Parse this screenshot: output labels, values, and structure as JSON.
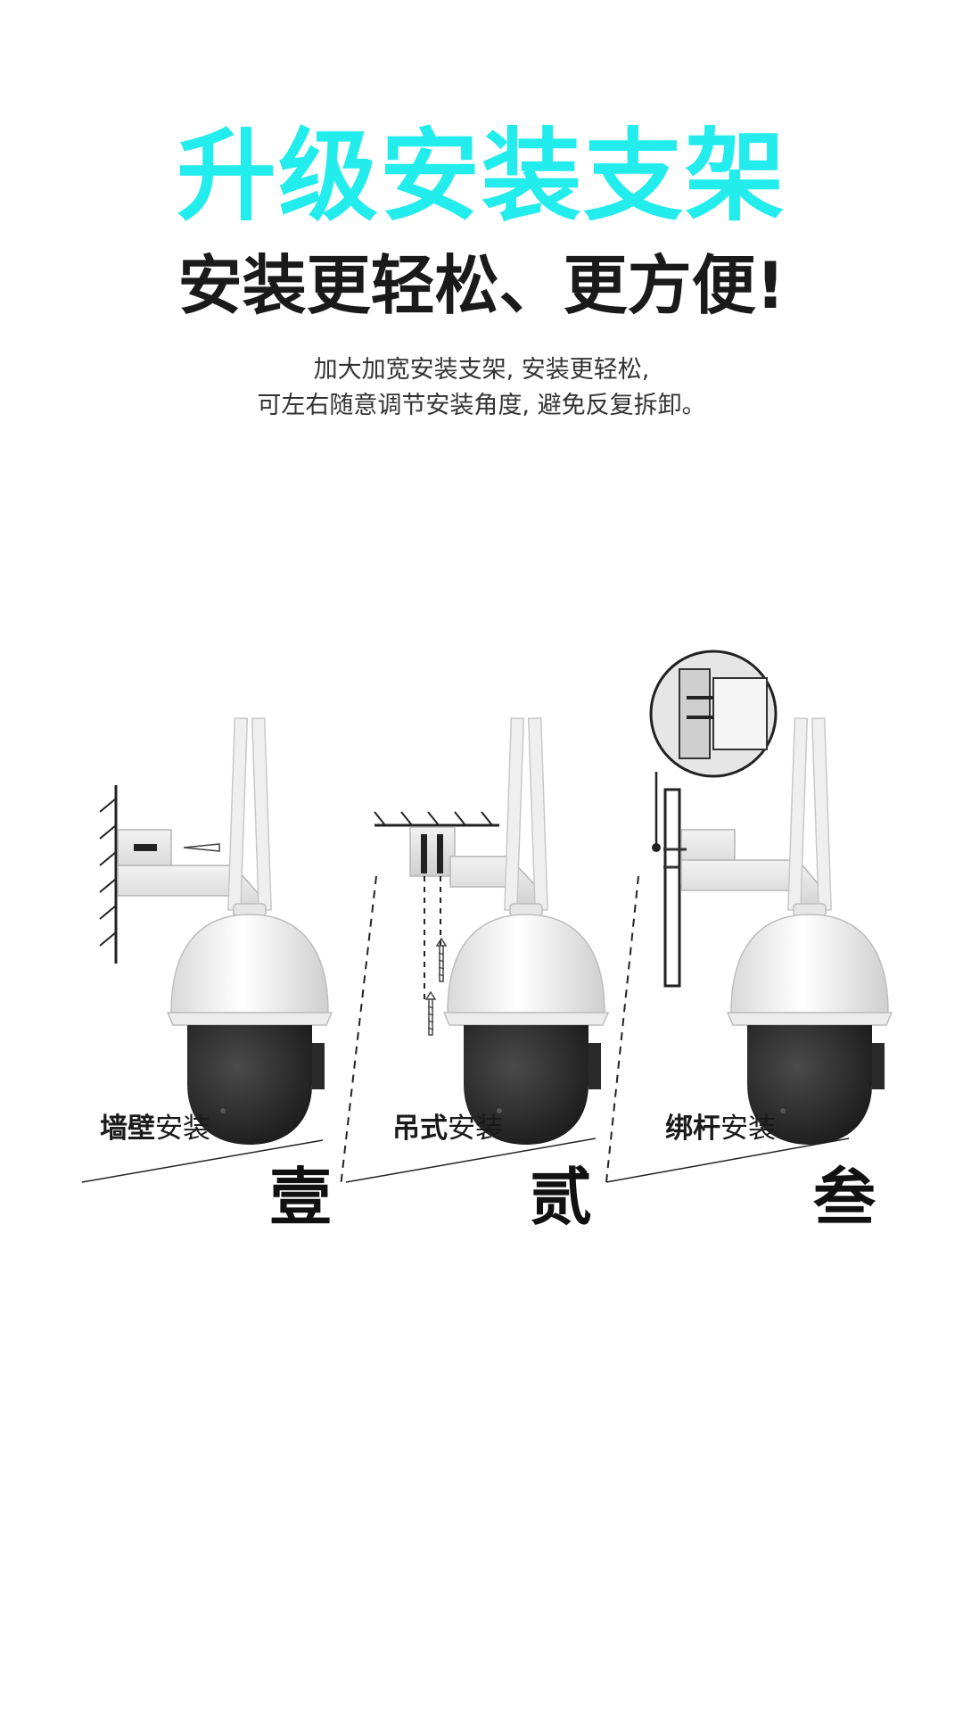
{
  "headline": "升级安装支架",
  "subheadline": "安装更轻松、更方便!",
  "description": {
    "line1": "加大加宽安装支架, 安装更轻松,",
    "line2": "可左右随意调节安装角度, 避免反复拆卸。"
  },
  "install_methods": [
    {
      "label_bold": "墙壁",
      "label_normal": "安装",
      "numeral": "壹"
    },
    {
      "label_bold": "吊式",
      "label_normal": "安装",
      "numeral": "贰"
    },
    {
      "label_bold": "绑杆",
      "label_normal": "安装",
      "numeral": "叁"
    }
  ],
  "colors": {
    "accent": "#22ecec",
    "text": "#1a1a1a",
    "camera_body": "#f0f0f0",
    "camera_lens": "#2b2b2b"
  }
}
